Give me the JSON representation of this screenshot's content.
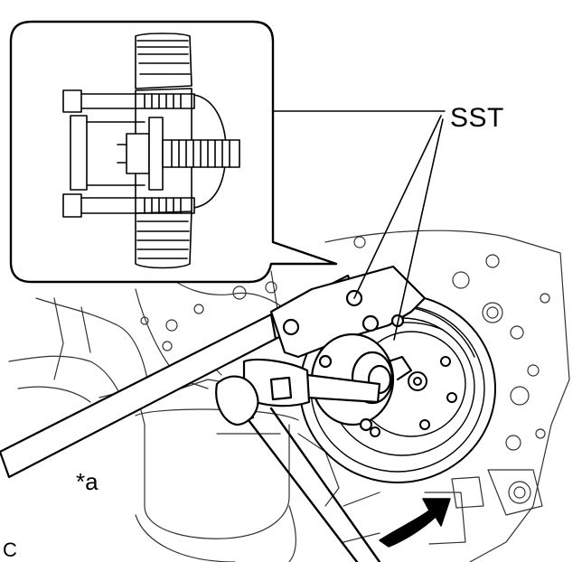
{
  "labels": {
    "sst": "SST",
    "part_a": "*a",
    "corner_code": "C"
  },
  "colors": {
    "line": "#000000",
    "background": "#ffffff"
  },
  "icons": {
    "rotation_arrow": "curved-arrow-icon"
  }
}
